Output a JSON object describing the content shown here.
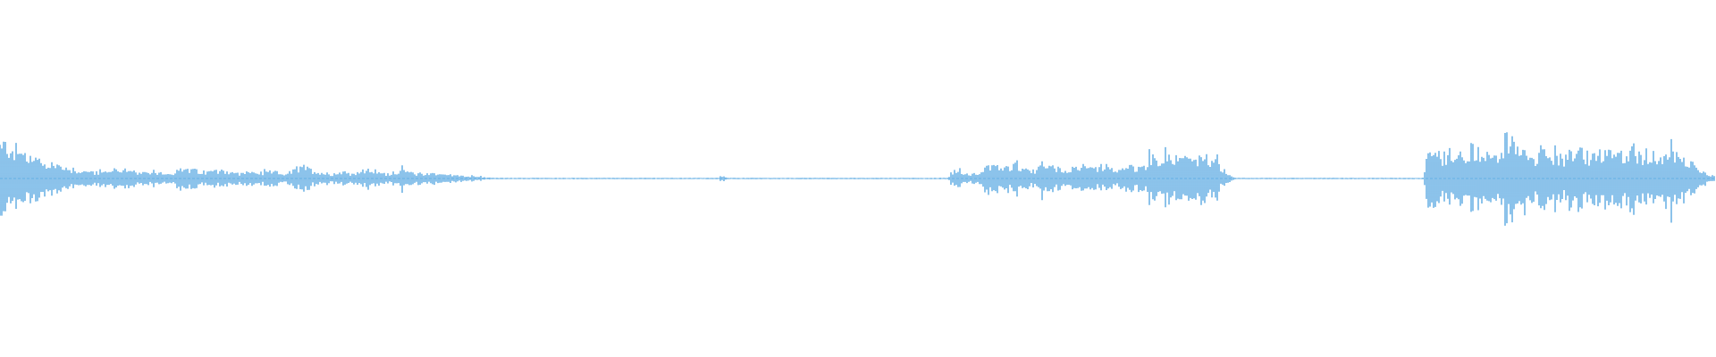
{
  "waveform": {
    "color": "#5AA9E2",
    "envelope_points_per_unit": 1,
    "amplitude": [
      0.64,
      0.66,
      0.6,
      0.58,
      0.52,
      0.48,
      0.44,
      0.4,
      0.38,
      0.36,
      0.34,
      0.3,
      0.28,
      0.26,
      0.24,
      0.22,
      0.2,
      0.18,
      0.16,
      0.15,
      0.14,
      0.13,
      0.12,
      0.12,
      0.14,
      0.16,
      0.18,
      0.2,
      0.18,
      0.16,
      0.14,
      0.12,
      0.1,
      0.1,
      0.11,
      0.12,
      0.13,
      0.12,
      0.1,
      0.12,
      0.14,
      0.18,
      0.2,
      0.18,
      0.16,
      0.14,
      0.12,
      0.12,
      0.14,
      0.16,
      0.18,
      0.16,
      0.14,
      0.12,
      0.1,
      0.1,
      0.12,
      0.14,
      0.12,
      0.1,
      0.1,
      0.12,
      0.14,
      0.12,
      0.1,
      0.1,
      0.12,
      0.16,
      0.2,
      0.22,
      0.18,
      0.16,
      0.14,
      0.12,
      0.1,
      0.1,
      0.1,
      0.12,
      0.14,
      0.12,
      0.1,
      0.12,
      0.14,
      0.16,
      0.18,
      0.14,
      0.12,
      0.1,
      0.1,
      0.12,
      0.14,
      0.16,
      0.14,
      0.12,
      0.1,
      0.1,
      0.1,
      0.1,
      0.12,
      0.1,
      0.08,
      0.08,
      0.08,
      0.06,
      0.06,
      0.06,
      0.05,
      0.05,
      0.04,
      0.03,
      0.02,
      0.02,
      0.01,
      0.01,
      0.01,
      0.01,
      0.01,
      0.01,
      0.01,
      0.01,
      0.01,
      0.01,
      0.01,
      0.01,
      0.01,
      0.01,
      0.01,
      0.01,
      0.01,
      0.01,
      0.01,
      0.01,
      0.01,
      0.01,
      0.01,
      0.01,
      0.01,
      0.01,
      0.01,
      0.01,
      0.01,
      0.01,
      0.01,
      0.01,
      0.01,
      0.01,
      0.01,
      0.01,
      0.01,
      0.01,
      0.01,
      0.01,
      0.01,
      0.01,
      0.01,
      0.01,
      0.01,
      0.01,
      0.01,
      0.01,
      0.01,
      0.01,
      0.01,
      0.01,
      0.05,
      0.02,
      0.01,
      0.01,
      0.01,
      0.01,
      0.01,
      0.01,
      0.01,
      0.01,
      0.01,
      0.01,
      0.01,
      0.01,
      0.01,
      0.01,
      0.01,
      0.01,
      0.01,
      0.01,
      0.01,
      0.01,
      0.01,
      0.01,
      0.01,
      0.01,
      0.01,
      0.01,
      0.01,
      0.01,
      0.01,
      0.01,
      0.01,
      0.01,
      0.01,
      0.01,
      0.01,
      0.01,
      0.01,
      0.01,
      0.01,
      0.01,
      0.01,
      0.01,
      0.01,
      0.01,
      0.01,
      0.01,
      0.01,
      0.01,
      0.01,
      0.01,
      0.12,
      0.18,
      0.16,
      0.1,
      0.08,
      0.08,
      0.1,
      0.12,
      0.22,
      0.28,
      0.26,
      0.22,
      0.2,
      0.22,
      0.26,
      0.2,
      0.18,
      0.16,
      0.14,
      0.16,
      0.3,
      0.34,
      0.28,
      0.22,
      0.2,
      0.18,
      0.16,
      0.2,
      0.22,
      0.24,
      0.2,
      0.18,
      0.18,
      0.2,
      0.22,
      0.22,
      0.2,
      0.18,
      0.16,
      0.18,
      0.22,
      0.24,
      0.22,
      0.2,
      0.26,
      0.36,
      0.44,
      0.4,
      0.36,
      0.4,
      0.44,
      0.38,
      0.34,
      0.36,
      0.42,
      0.48,
      0.44,
      0.4,
      0.36,
      0.34,
      0.3,
      0.22,
      0.12,
      0.06,
      0.02,
      0.01,
      0.01,
      0.01,
      0.01,
      0.01,
      0.01,
      0.01,
      0.01,
      0.01,
      0.01,
      0.01,
      0.01,
      0.01,
      0.01,
      0.01,
      0.01,
      0.01,
      0.01,
      0.01,
      0.01,
      0.01,
      0.01,
      0.01,
      0.01,
      0.01,
      0.01,
      0.01,
      0.01,
      0.01,
      0.01,
      0.01,
      0.01,
      0.01,
      0.01,
      0.01,
      0.01,
      0.01,
      0.01,
      0.01,
      0.01,
      0.01,
      0.01,
      0.02,
      0.6,
      0.58,
      0.5,
      0.46,
      0.44,
      0.48,
      0.52,
      0.46,
      0.4,
      0.44,
      0.56,
      0.6,
      0.52,
      0.46,
      0.42,
      0.4,
      0.48,
      0.7,
      0.82,
      0.72,
      0.54,
      0.48,
      0.46,
      0.48,
      0.5,
      0.48,
      0.46,
      0.44,
      0.46,
      0.48,
      0.46,
      0.44,
      0.46,
      0.5,
      0.52,
      0.48,
      0.46,
      0.44,
      0.46,
      0.48,
      0.5,
      0.48,
      0.46,
      0.44,
      0.48,
      0.52,
      0.56,
      0.5,
      0.46,
      0.48,
      0.5,
      0.46,
      0.44,
      0.42,
      0.46,
      0.5,
      0.52,
      0.46,
      0.4,
      0.36,
      0.3,
      0.24,
      0.18,
      0.12,
      0.08,
      0.06
    ]
  }
}
